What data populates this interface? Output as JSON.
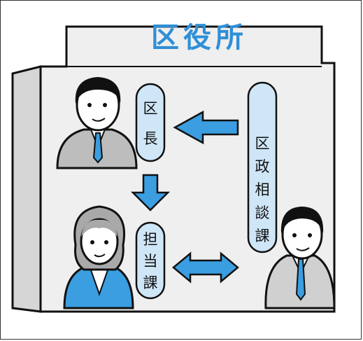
{
  "title": "区役所",
  "nodes": {
    "chief": {
      "chars": [
        "区",
        "長"
      ]
    },
    "consult": {
      "chars": [
        "区",
        "政",
        "相",
        "談",
        "課"
      ]
    },
    "staff": {
      "chars": [
        "担",
        "当",
        "課"
      ]
    }
  },
  "colors": {
    "title": "#2f8fd6",
    "arrow": "#3a9ee0",
    "pill": "#cfe6f7",
    "building": "#efefef",
    "suit": "#bdbdbd",
    "tie": "#3a9ee0"
  }
}
